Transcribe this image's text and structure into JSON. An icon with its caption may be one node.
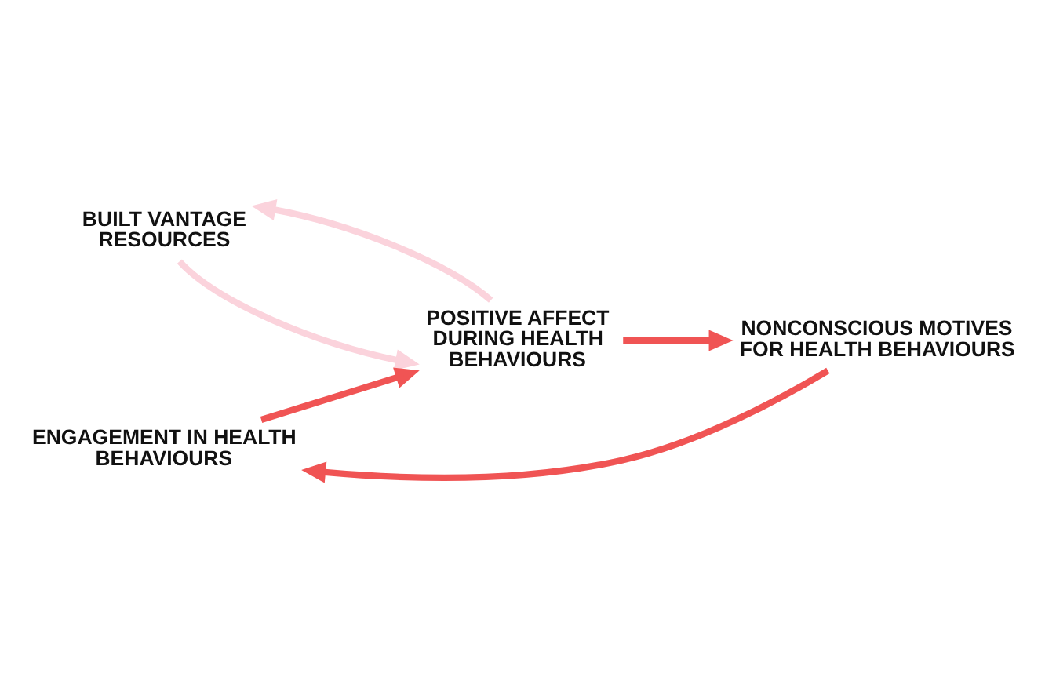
{
  "diagram": {
    "nodes": [
      {
        "text": [
          "BUILT VANTAGE RESOURCES"
        ]
      },
      {
        "text": [
          "POSITIVE AFFECT DURING HEALTH BEHAVIOURS"
        ]
      },
      {
        "text": [
          "NONCONSCIOUS MOTIVES FOR HEALTH BEHAVIOURS"
        ]
      },
      {
        "text": [
          "ENGAGEMENT IN HEALTH BEHAVIOURS"
        ]
      }
    ],
    "edges": [
      {
        "from": 0,
        "to": 1,
        "arrow": "to",
        "color": "#fbd3dc"
      },
      {
        "from": 1,
        "to": 2,
        "arrow": "to"
      },
      {
        "from": 2,
        "to": 3,
        "arrow": "to"
      },
      {
        "from": 3,
        "to": 1,
        "arrow": "to"
      },
      {
        "from": 1,
        "to": 0,
        "arrow": "to",
        "color": "#fbd3dc"
      }
    ]
  }
}
